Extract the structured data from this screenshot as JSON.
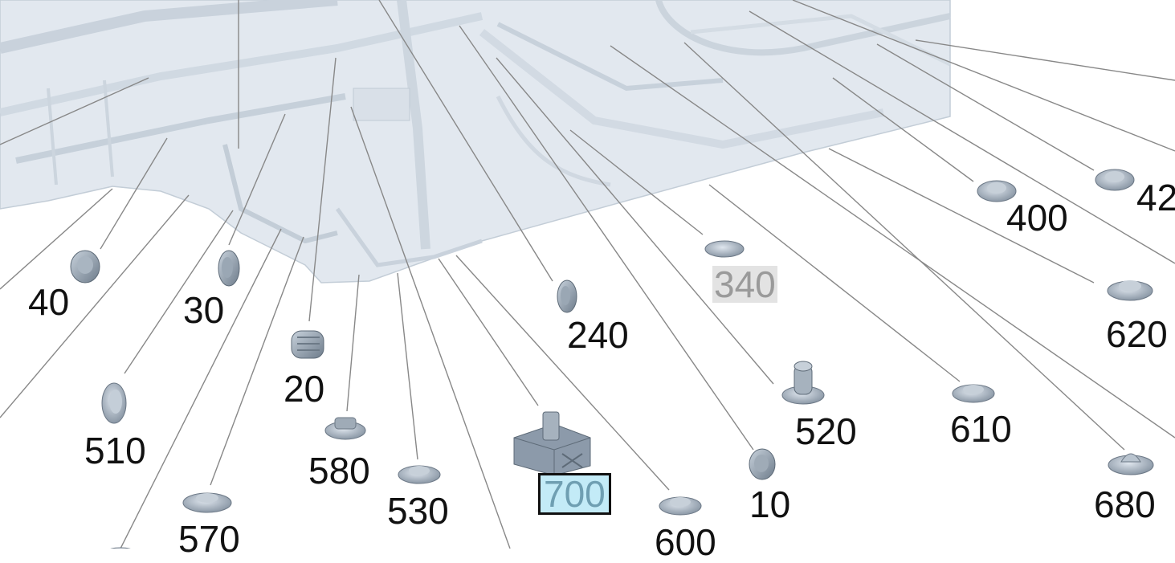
{
  "diagram": {
    "parts": [
      {
        "id": "p40",
        "label": "40",
        "state": "normal"
      },
      {
        "id": "p30",
        "label": "30",
        "state": "normal"
      },
      {
        "id": "p20",
        "label": "20",
        "state": "normal"
      },
      {
        "id": "p510",
        "label": "510",
        "state": "normal"
      },
      {
        "id": "p570",
        "label": "570",
        "state": "normal"
      },
      {
        "id": "p580",
        "label": "580",
        "state": "normal"
      },
      {
        "id": "p530",
        "label": "530",
        "state": "normal"
      },
      {
        "id": "p700",
        "label": "700",
        "state": "selected"
      },
      {
        "id": "p600",
        "label": "600",
        "state": "normal"
      },
      {
        "id": "p240",
        "label": "240",
        "state": "normal"
      },
      {
        "id": "p340",
        "label": "340",
        "state": "dimmed"
      },
      {
        "id": "p520",
        "label": "520",
        "state": "normal"
      },
      {
        "id": "p10",
        "label": "10",
        "state": "normal"
      },
      {
        "id": "p610",
        "label": "610",
        "state": "normal"
      },
      {
        "id": "p400",
        "label": "400",
        "state": "normal"
      },
      {
        "id": "p420",
        "label": "42",
        "state": "normal"
      },
      {
        "id": "p620",
        "label": "620",
        "state": "normal"
      },
      {
        "id": "p680",
        "label": "680",
        "state": "normal"
      }
    ],
    "colors": {
      "body_shell": "#dfe6ee",
      "body_shell_stroke": "#b8c4d0",
      "fastener": "#8b99a8",
      "leader_line": "#888888",
      "selected_bg": "#c3ebf7",
      "selected_text": "#6f9fb2",
      "dimmed_text": "#9a9a9a"
    }
  }
}
